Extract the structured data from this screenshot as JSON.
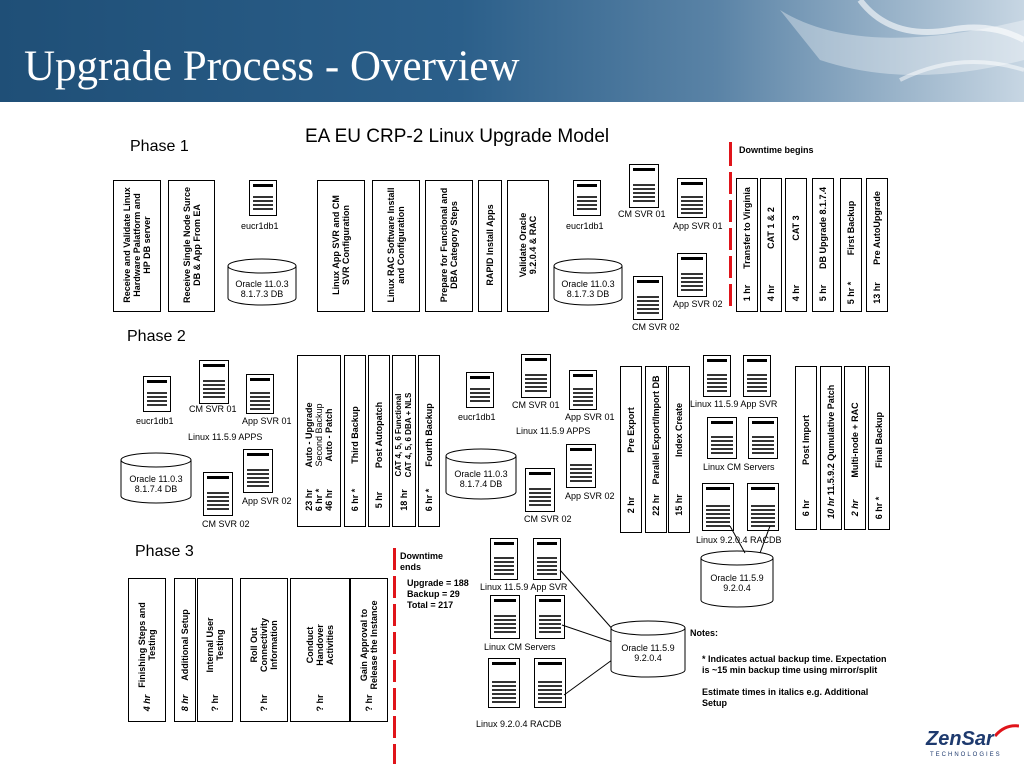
{
  "slide_title": "Upgrade Process - Overview",
  "model_title": "EA EU CRP-2 Linux Upgrade Model",
  "phase1": {
    "label": "Phase 1",
    "steps": [
      "Receive and Validate Linux\nHardware Palatform and\nHP DB server",
      "Receive Single Node Surce\nDB & App From EA",
      "Linux App SVR and CM\nSVR Configuration",
      "Linux RAC Software Install\nand Configuration",
      "Prepare for Functional and\nDBA Category Steps",
      "RAPID Install Apps",
      "Validate Oracle\n9.2.0.4 & RAC"
    ],
    "db_host_a": "eucr1db1",
    "db_a": "Oracle 11.0.3\n8.1.7.3 DB",
    "db_host_b": "eucr1db1",
    "db_b": "Oracle 11.0.3\n8.1.7.3 DB",
    "cm1": "CM SVR 01",
    "app1": "App SVR 01",
    "app2": "App SVR 02",
    "cm2": "CM SVR 02",
    "downtime": "Downtime begins",
    "timed_steps": [
      {
        "label": "Transfer to Virginia",
        "time": "1 hr"
      },
      {
        "label": "CAT 1 &  2",
        "time": "4 hr"
      },
      {
        "label": "CAT 3",
        "time": "4 hr"
      },
      {
        "label": "DB Upgrade 8.1.7.4",
        "time": "5 hr"
      },
      {
        "label": "First Backup",
        "time": "5 hr *"
      },
      {
        "label": "Pre AutoUpgrade",
        "time": "13 hr"
      }
    ]
  },
  "phase2": {
    "label": "Phase 2",
    "db_host_a": "eucr1db1",
    "cm1_a": "CM SVR 01",
    "app1_a": "App SVR 01",
    "apps_a": "Linux 11.5.9 APPS",
    "db_a": "Oracle 11.0.3\n8.1.7.4 DB",
    "app2_a": "App SVR 02",
    "cm2_a": "CM SVR 02",
    "steps": [
      {
        "lines": [
          "Auto - Upgrade",
          "Second Backup",
          "Auto - Patch"
        ],
        "time": "23 hr\n6 hr *\n46 hr"
      },
      {
        "lines": [
          "Third Backup"
        ],
        "time": "6 hr *"
      },
      {
        "lines": [
          "Post Autopatch"
        ],
        "time": "5 hr"
      },
      {
        "lines": [
          "CAT 4, 5, 6 Functional",
          "CAT 4, 5, 6 DBA + NLS"
        ],
        "time": "18 hr"
      },
      {
        "lines": [
          "Fourth Backup"
        ],
        "time": "6 hr *"
      }
    ],
    "db_host_b": "eucr1db1",
    "cm1_b": "CM SVR 01",
    "app1_b": "App SVR 01",
    "apps_b": "Linux 11.5.9 APPS",
    "db_b": "Oracle 11.0.3\n8.1.7.4 DB",
    "app2_b": "App SVR 02",
    "cm2_b": "CM SVR 02",
    "steps2": [
      {
        "label": "Pre Export",
        "time": "2 hr"
      },
      {
        "label": "Parallel Export/Import DB",
        "time": "22 hr"
      },
      {
        "label": "Index Create",
        "time": "15 hr"
      }
    ],
    "linux_app": "Linux 11.5.9 App SVR",
    "linux_cm": "Linux CM Servers",
    "linux_racdb": "Linux 9.2.0.4 RACDB",
    "db_c": "Oracle 11.5.9\n9.2.0.4",
    "steps3": [
      {
        "label": "Post Import",
        "time": "6 hr"
      },
      {
        "label": "11.5.9.2 Qumulative Patch",
        "time": "10 hr"
      },
      {
        "label": "Multi-node + RAC",
        "time": "2 hr"
      },
      {
        "label": "Final Backup",
        "time": "6 hr *"
      }
    ]
  },
  "phase3": {
    "label": "Phase 3",
    "steps": [
      {
        "label": "Finishing Steps and\nTesting",
        "time": "4 hr"
      },
      {
        "label": "Additional Setup",
        "time": "8 hr"
      },
      {
        "label": "Internal User\nTesting",
        "time": "? hr"
      },
      {
        "label": "Roll Out\nConnectivity\nInformation",
        "time": "? hr"
      },
      {
        "label": "Conduct\nHandover\nActivities",
        "time": "? hr"
      },
      {
        "label": "Gain Approval to\nRelease the Instance",
        "time": "? hr"
      }
    ],
    "downtime_ends": "Downtime\nends",
    "totals": "Upgrade = 188\nBackup = 29\nTotal = 217",
    "linux_app": "Linux 11.5.9 App SVR",
    "linux_cm": "Linux CM Servers",
    "linux_racdb": "Linux 9.2.0.4 RACDB",
    "db": "Oracle 11.5.9\n9.2.0.4"
  },
  "notes": {
    "title": "Notes:",
    "note1": "* Indicates actual backup time. Expectation\nis ~15 min backup time using mirror/split",
    "note2": "Estimate times in italics e.g. Additional\nSetup"
  },
  "logo": {
    "name": "ZenSar",
    "sub": "TECHNOLOGIES"
  }
}
